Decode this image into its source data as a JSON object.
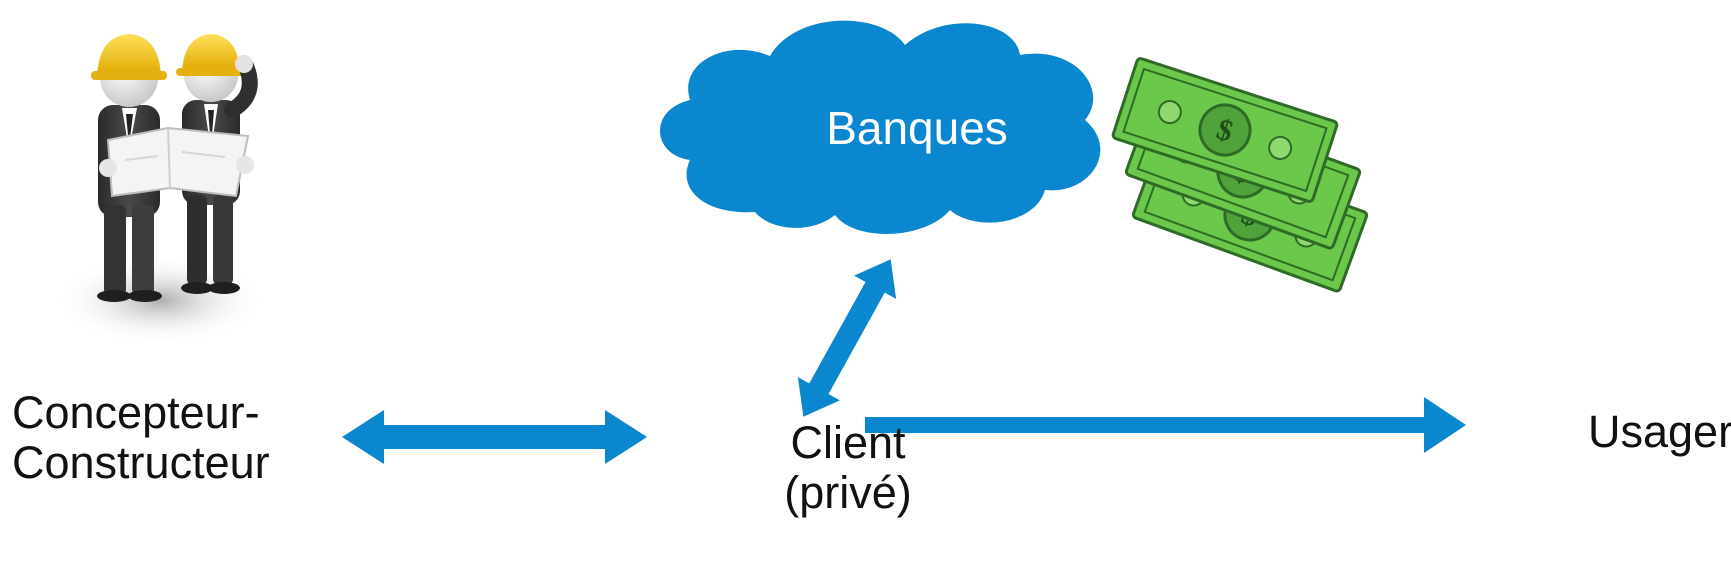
{
  "colors": {
    "arrow": "#0B87CF",
    "cloud": "#0B87CF",
    "label_text": "#111111",
    "cloud_text": "#FFFFFF",
    "money_green": "#6BC84A",
    "money_dark": "#2E6B26",
    "helmet": "#F2C21A"
  },
  "nodes": {
    "concepteur": {
      "label": "Concepteur-\nConstructeur",
      "icon": "engineers-icon"
    },
    "client": {
      "label": "Client\n(privé)"
    },
    "usager": {
      "label": "Usager"
    },
    "banques": {
      "label": "Banques",
      "icon": "cloud-shape"
    }
  },
  "illustrations": {
    "engineers": "engineers-with-blueprint-icon",
    "money": "dollar-bills-icon"
  },
  "edges": [
    {
      "from": "concepteur",
      "to": "client",
      "type": "bidirectional"
    },
    {
      "from": "client",
      "to": "banques",
      "type": "bidirectional"
    },
    {
      "from": "client",
      "to": "usager",
      "type": "directed"
    }
  ]
}
